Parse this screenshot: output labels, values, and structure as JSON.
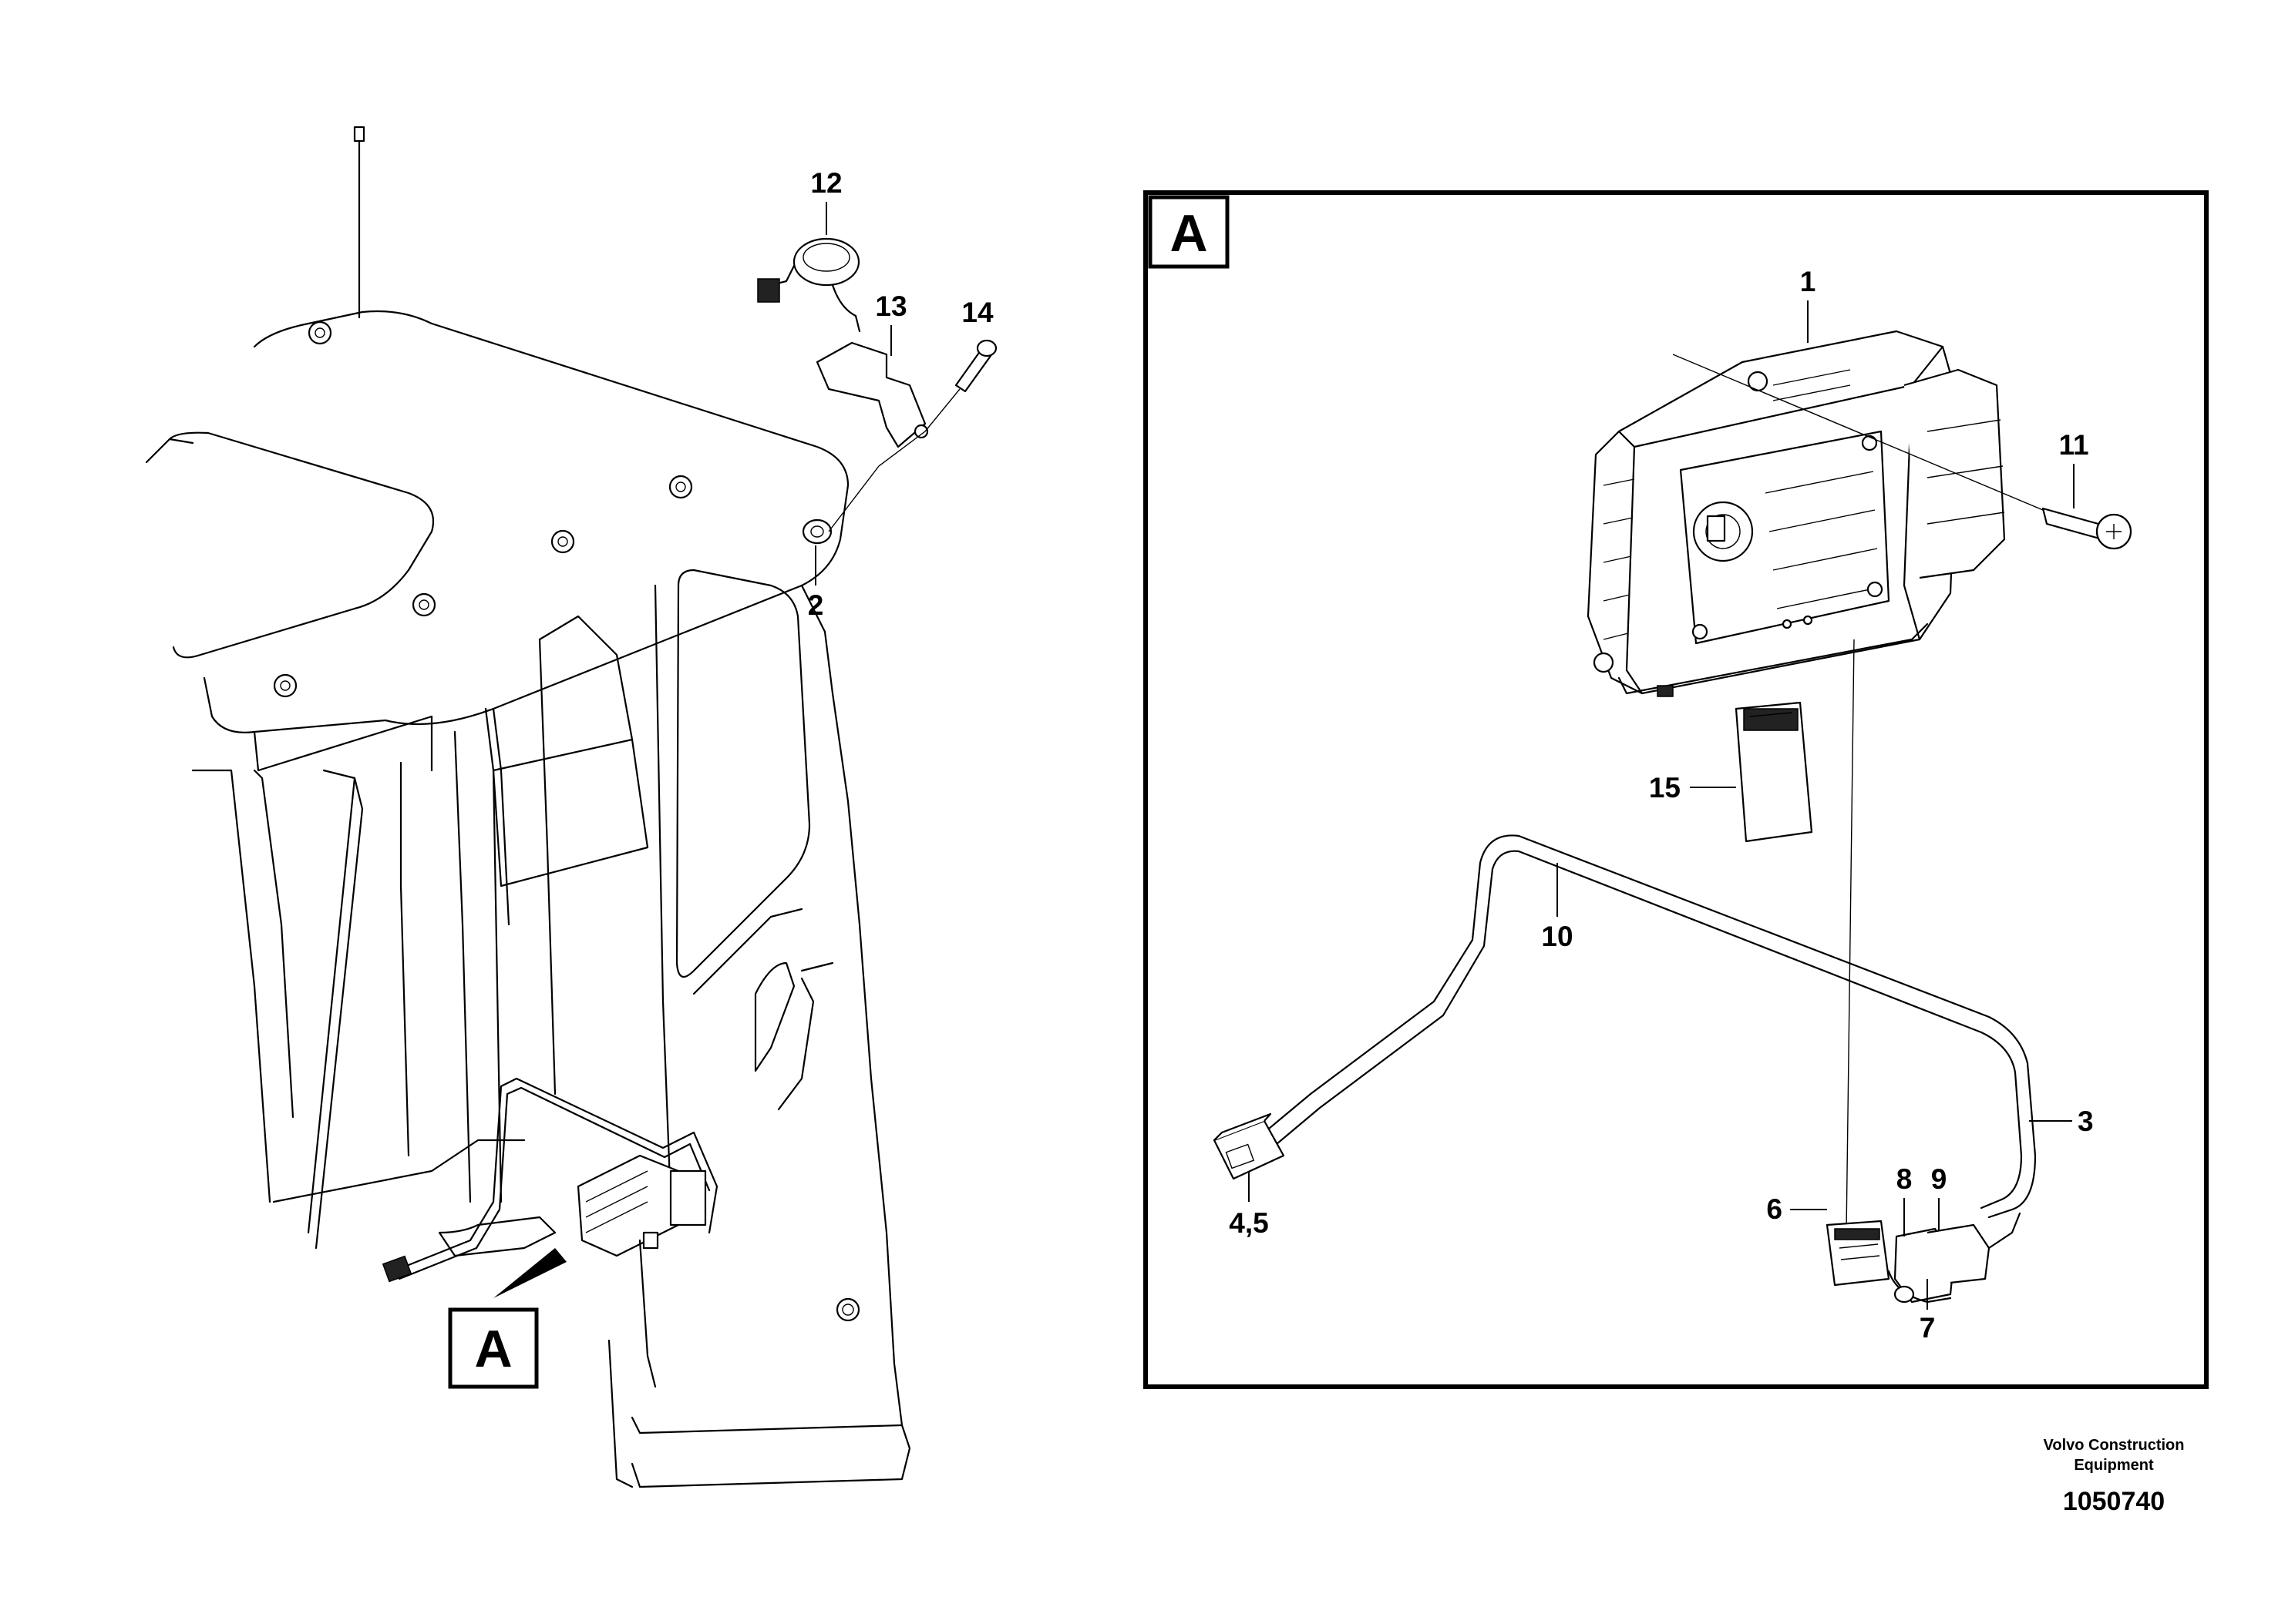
{
  "detail_label": "A",
  "overview_label": "A",
  "callouts": {
    "c1": "1",
    "c2": "2",
    "c3": "3",
    "c45": "4,5",
    "c6": "6",
    "c7": "7",
    "c8": "8",
    "c9": "9",
    "c10": "10",
    "c11": "11",
    "c12": "12",
    "c13": "13",
    "c14": "14",
    "c15": "15"
  },
  "footer": {
    "company_line1": "Volvo Construction",
    "company_line2": "Equipment",
    "drawing_number": "1050740"
  }
}
